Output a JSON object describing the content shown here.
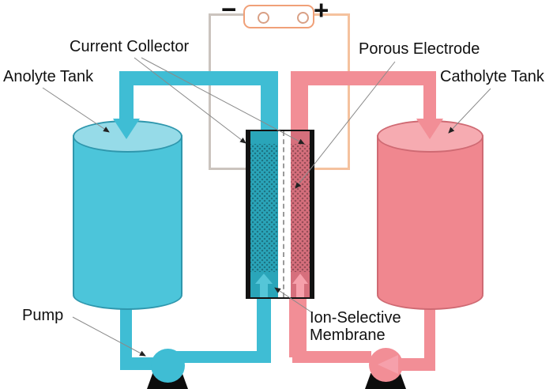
{
  "diagram": {
    "type": "redox-flow-battery-schematic",
    "labels": {
      "anolyte_tank": "Anolyte Tank",
      "current_collector": "Current Collector",
      "porous_electrode": "Porous Electrode",
      "catholyte_tank": "Catholyte Tank",
      "pump": "Pump",
      "ion_selective_membrane_line1": "Ion-Selective",
      "ion_selective_membrane_line2": "Membrane",
      "battery_negative": "−",
      "battery_positive": "+"
    },
    "colors": {
      "anolyte_pipe": "#3fbdd4",
      "anolyte_tank_body": "#4cc5da",
      "anolyte_tank_top": "#96dbe8",
      "anolyte_outline": "#2f97ad",
      "anolyte_electrode": "#2aa5b9",
      "anolyte_flow": "#55c6d8",
      "catholyte_pipe": "#f28e96",
      "catholyte_tank_body": "#f0878f",
      "catholyte_tank_top": "#f6abb1",
      "catholyte_outline": "#cf6a73",
      "catholyte_electrode": "#d66f7c",
      "catholyte_flow": "#f6a0ab",
      "collector": "#121212",
      "wire_left": "#cbc4be",
      "wire_right": "#f5c29e",
      "battery_outline": "#f0a078",
      "battery_terminal": "#d9a085",
      "pump_base": "#0d0d0d",
      "annotation": "#8a8a8a"
    }
  }
}
